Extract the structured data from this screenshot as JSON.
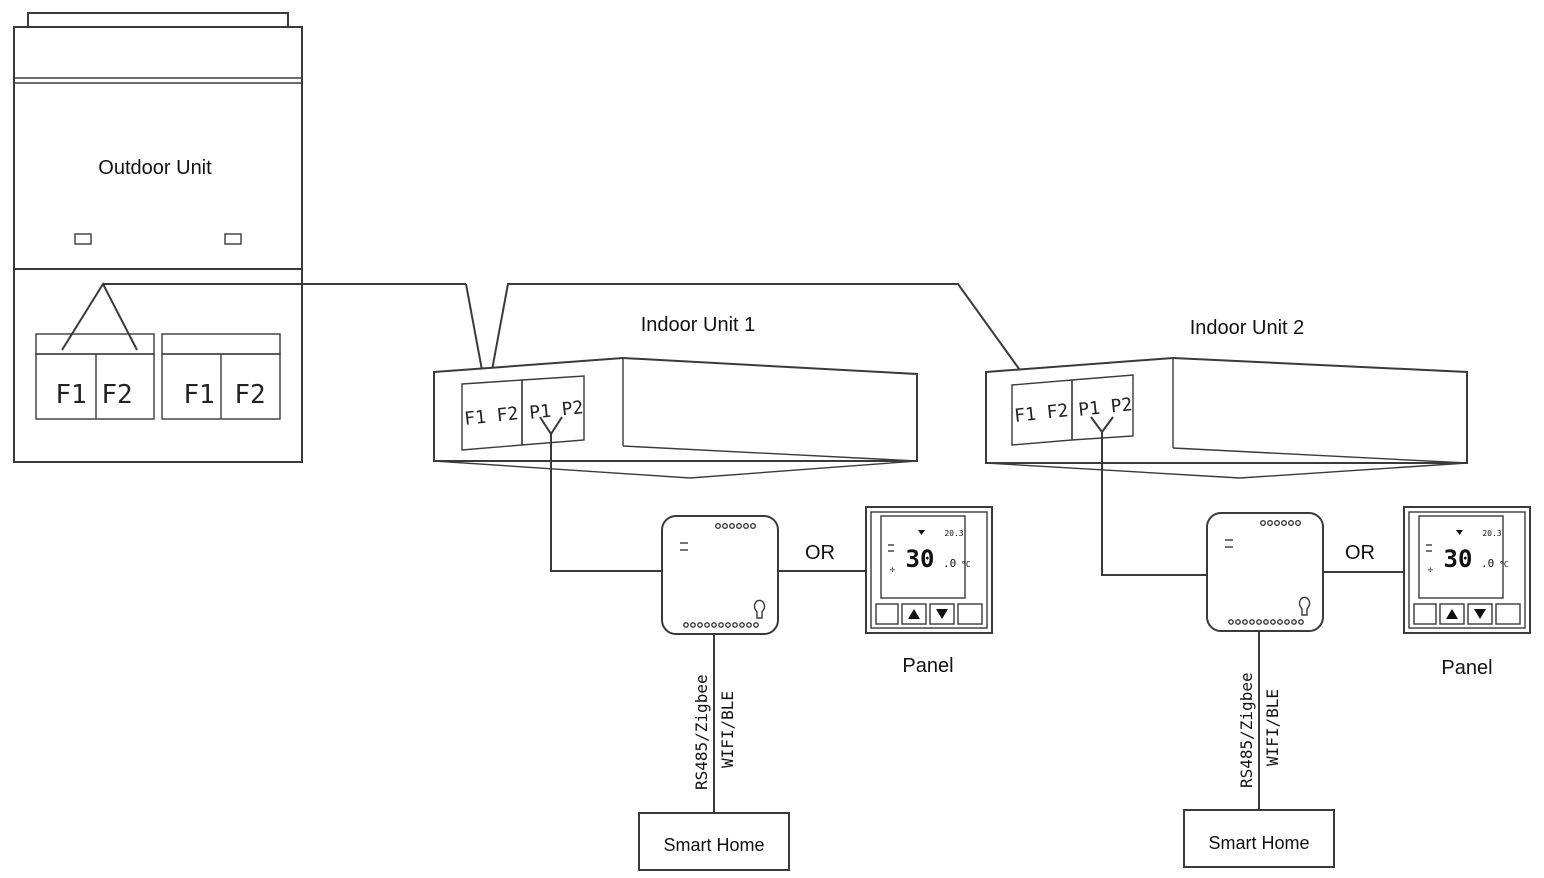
{
  "outdoor_unit": {
    "label": "Outdoor Unit",
    "terminals": [
      {
        "f1": "F1",
        "f2": "F2"
      },
      {
        "f1": "F1",
        "f2": "F2"
      }
    ]
  },
  "indoor_units": [
    {
      "label": "Indoor Unit 1",
      "terminal_f": "F1 F2",
      "terminal_p": "P1 P2",
      "or_label": "OR",
      "panel_label": "Panel",
      "protocol_line1": "RS485/Zigbee",
      "protocol_line2": "WIFI/BLE",
      "smart_home_label": "Smart Home",
      "panel_display": {
        "set_temp": "20.3",
        "room_temp": "30",
        "decimal": ".0",
        "unit": "°C"
      }
    },
    {
      "label": "Indoor Unit 2",
      "terminal_f": "F1 F2",
      "terminal_p": "P1 P2",
      "or_label": "OR",
      "panel_label": "Panel",
      "protocol_line1": "RS485/Zigbee",
      "protocol_line2": "WIFI/BLE",
      "smart_home_label": "Smart Home",
      "panel_display": {
        "set_temp": "20.3",
        "room_temp": "30",
        "decimal": ".0",
        "unit": "°C"
      }
    }
  ]
}
